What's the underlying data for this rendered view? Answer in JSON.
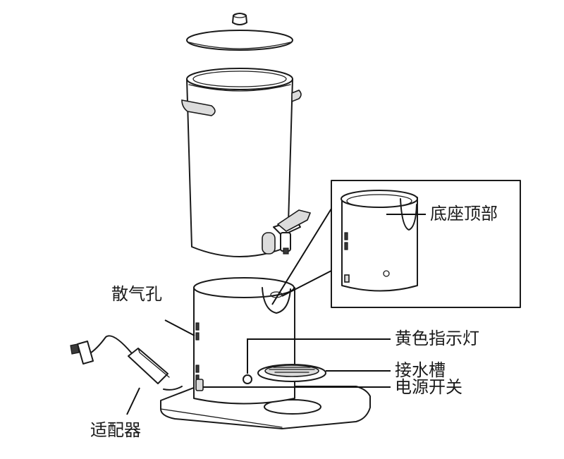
{
  "labels": {
    "base_top": "底座顶部",
    "vent": "散气孔",
    "yellow_indicator": "黄色指示灯",
    "drip_tray": "接水槽",
    "power_switch": "电源开关",
    "adapter": "适配器"
  }
}
